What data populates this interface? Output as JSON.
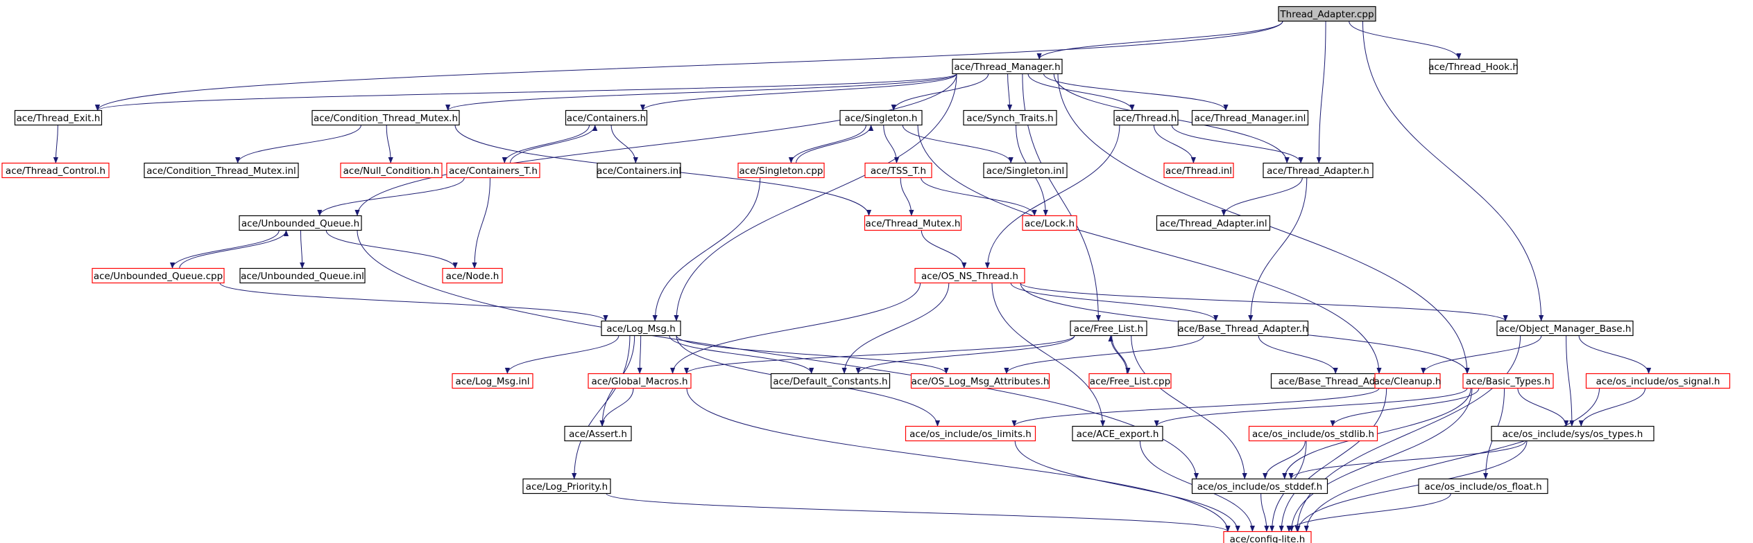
{
  "colors": {
    "edge": "#191970",
    "border_default": "#000000",
    "border_red": "#ff0000",
    "root_fill": "#bfbfbf",
    "fill": "#ffffff"
  },
  "nodes": [
    {
      "id": "root",
      "label": "Thread_Adapter.cpp",
      "style": "root"
    },
    {
      "id": "tm_h",
      "label": "ace/Thread_Manager.h",
      "style": "black"
    },
    {
      "id": "thread_hook",
      "label": "ace/Thread_Hook.h",
      "style": "black"
    },
    {
      "id": "thread_exit",
      "label": "ace/Thread_Exit.h",
      "style": "black"
    },
    {
      "id": "ctm_h",
      "label": "ace/Condition_Thread_Mutex.h",
      "style": "black"
    },
    {
      "id": "containers_h",
      "label": "ace/Containers.h",
      "style": "black"
    },
    {
      "id": "singleton_h",
      "label": "ace/Singleton.h",
      "style": "black"
    },
    {
      "id": "synch_traits",
      "label": "ace/Synch_Traits.h",
      "style": "black"
    },
    {
      "id": "thread_h",
      "label": "ace/Thread.h",
      "style": "black"
    },
    {
      "id": "tm_inl",
      "label": "ace/Thread_Manager.inl",
      "style": "black"
    },
    {
      "id": "thread_control",
      "label": "ace/Thread_Control.h",
      "style": "red"
    },
    {
      "id": "ctm_inl",
      "label": "ace/Condition_Thread_Mutex.inl",
      "style": "black"
    },
    {
      "id": "null_cond",
      "label": "ace/Null_Condition.h",
      "style": "red"
    },
    {
      "id": "containers_t",
      "label": "ace/Containers_T.h",
      "style": "red"
    },
    {
      "id": "containers_inl",
      "label": "ace/Containers.inl",
      "style": "black"
    },
    {
      "id": "singleton_cpp",
      "label": "ace/Singleton.cpp",
      "style": "red"
    },
    {
      "id": "tss_t",
      "label": "ace/TSS_T.h",
      "style": "red"
    },
    {
      "id": "singleton_inl",
      "label": "ace/Singleton.inl",
      "style": "black"
    },
    {
      "id": "thread_inl",
      "label": "ace/Thread.inl",
      "style": "red"
    },
    {
      "id": "thread_adapter_h",
      "label": "ace/Thread_Adapter.h",
      "style": "black"
    },
    {
      "id": "unbounded_queue_h",
      "label": "ace/Unbounded_Queue.h",
      "style": "black"
    },
    {
      "id": "thread_mutex",
      "label": "ace/Thread_Mutex.h",
      "style": "red"
    },
    {
      "id": "lock_h",
      "label": "ace/Lock.h",
      "style": "red"
    },
    {
      "id": "thread_adapter_inl",
      "label": "ace/Thread_Adapter.inl",
      "style": "black"
    },
    {
      "id": "unbounded_queue_cpp",
      "label": "ace/Unbounded_Queue.cpp",
      "style": "red"
    },
    {
      "id": "unbounded_queue_inl",
      "label": "ace/Unbounded_Queue.inl",
      "style": "black"
    },
    {
      "id": "node_h",
      "label": "ace/Node.h",
      "style": "red"
    },
    {
      "id": "os_ns_thread",
      "label": "ace/OS_NS_Thread.h",
      "style": "red"
    },
    {
      "id": "log_msg",
      "label": "ace/Log_Msg.h",
      "style": "black"
    },
    {
      "id": "free_list",
      "label": "ace/Free_List.h",
      "style": "black"
    },
    {
      "id": "base_thread_adapter",
      "label": "ace/Base_Thread_Adapter.h",
      "style": "black"
    },
    {
      "id": "object_manager_base",
      "label": "ace/Object_Manager_Base.h",
      "style": "black"
    },
    {
      "id": "log_msg_inl",
      "label": "ace/Log_Msg.inl",
      "style": "red"
    },
    {
      "id": "global_macros",
      "label": "ace/Global_Macros.h",
      "style": "red"
    },
    {
      "id": "default_constants",
      "label": "ace/Default_Constants.h",
      "style": "black"
    },
    {
      "id": "os_log_msg_attr",
      "label": "ace/OS_Log_Msg_Attributes.h",
      "style": "red"
    },
    {
      "id": "free_list_cpp",
      "label": "ace/Free_List.cpp",
      "style": "red"
    },
    {
      "id": "base_thread_adapter_inl",
      "label": "ace/Base_Thread_Adapter.inl",
      "style": "black"
    },
    {
      "id": "cleanup",
      "label": "ace/Cleanup.h",
      "style": "red"
    },
    {
      "id": "basic_types",
      "label": "ace/Basic_Types.h",
      "style": "red"
    },
    {
      "id": "os_signal",
      "label": "ace/os_include/os_signal.h",
      "style": "red"
    },
    {
      "id": "assert_h",
      "label": "ace/Assert.h",
      "style": "black"
    },
    {
      "id": "os_limits",
      "label": "ace/os_include/os_limits.h",
      "style": "red"
    },
    {
      "id": "ace_export",
      "label": "ace/ACE_export.h",
      "style": "black"
    },
    {
      "id": "os_stdlib",
      "label": "ace/os_include/os_stdlib.h",
      "style": "red"
    },
    {
      "id": "os_types",
      "label": "ace/os_include/sys/os_types.h",
      "style": "black"
    },
    {
      "id": "log_priority",
      "label": "ace/Log_Priority.h",
      "style": "black"
    },
    {
      "id": "os_stddef",
      "label": "ace/os_include/os_stddef.h",
      "style": "black"
    },
    {
      "id": "os_float",
      "label": "ace/os_include/os_float.h",
      "style": "black"
    },
    {
      "id": "config_lite",
      "label": "ace/config-lite.h",
      "style": "red"
    }
  ],
  "edges": [
    [
      "root",
      "tm_h"
    ],
    [
      "root",
      "thread_hook"
    ],
    [
      "root",
      "thread_exit"
    ],
    [
      "root",
      "thread_adapter_h"
    ],
    [
      "root",
      "object_manager_base"
    ],
    [
      "tm_h",
      "thread_exit"
    ],
    [
      "tm_h",
      "ctm_h"
    ],
    [
      "tm_h",
      "containers_h"
    ],
    [
      "tm_h",
      "singleton_h"
    ],
    [
      "tm_h",
      "synch_traits"
    ],
    [
      "tm_h",
      "thread_h"
    ],
    [
      "tm_h",
      "tm_inl"
    ],
    [
      "tm_h",
      "thread_adapter_h"
    ],
    [
      "tm_h",
      "unbounded_queue_h"
    ],
    [
      "tm_h",
      "log_msg"
    ],
    [
      "tm_h",
      "free_list"
    ],
    [
      "tm_h",
      "basic_types"
    ],
    [
      "thread_exit",
      "thread_control"
    ],
    [
      "ctm_h",
      "ctm_inl"
    ],
    [
      "ctm_h",
      "null_cond"
    ],
    [
      "ctm_h",
      "thread_mutex"
    ],
    [
      "containers_h",
      "containers_t"
    ],
    [
      "containers_h",
      "containers_inl"
    ],
    [
      "containers_t",
      "containers_h"
    ],
    [
      "containers_t",
      "unbounded_queue_h"
    ],
    [
      "containers_t",
      "node_h"
    ],
    [
      "singleton_h",
      "singleton_cpp"
    ],
    [
      "singleton_h",
      "tss_t"
    ],
    [
      "singleton_h",
      "singleton_inl"
    ],
    [
      "singleton_h",
      "cleanup"
    ],
    [
      "singleton_cpp",
      "singleton_h"
    ],
    [
      "singleton_cpp",
      "log_msg"
    ],
    [
      "tss_t",
      "thread_mutex"
    ],
    [
      "tss_t",
      "lock_h"
    ],
    [
      "synch_traits",
      "lock_h"
    ],
    [
      "thread_h",
      "thread_inl"
    ],
    [
      "thread_h",
      "thread_adapter_h"
    ],
    [
      "thread_h",
      "os_ns_thread"
    ],
    [
      "thread_adapter_h",
      "thread_adapter_inl"
    ],
    [
      "thread_adapter_h",
      "base_thread_adapter"
    ],
    [
      "unbounded_queue_h",
      "unbounded_queue_cpp"
    ],
    [
      "unbounded_queue_h",
      "unbounded_queue_inl"
    ],
    [
      "unbounded_queue_h",
      "node_h"
    ],
    [
      "unbounded_queue_h",
      "os_stddef"
    ],
    [
      "unbounded_queue_cpp",
      "unbounded_queue_h"
    ],
    [
      "unbounded_queue_cpp",
      "log_msg"
    ],
    [
      "thread_mutex",
      "os_ns_thread"
    ],
    [
      "os_ns_thread",
      "global_macros"
    ],
    [
      "os_ns_thread",
      "default_constants"
    ],
    [
      "os_ns_thread",
      "base_thread_adapter"
    ],
    [
      "os_ns_thread",
      "object_manager_base"
    ],
    [
      "os_ns_thread",
      "basic_types"
    ],
    [
      "os_ns_thread",
      "ace_export"
    ],
    [
      "log_msg",
      "log_msg_inl"
    ],
    [
      "log_msg",
      "global_macros"
    ],
    [
      "log_msg",
      "default_constants"
    ],
    [
      "log_msg",
      "os_log_msg_attr"
    ],
    [
      "log_msg",
      "assert_h"
    ],
    [
      "log_msg",
      "os_limits"
    ],
    [
      "log_msg",
      "log_priority"
    ],
    [
      "free_list",
      "free_list_cpp"
    ],
    [
      "free_list",
      "default_constants"
    ],
    [
      "free_list",
      "global_macros"
    ],
    [
      "free_list",
      "os_stddef"
    ],
    [
      "free_list_cpp",
      "free_list"
    ],
    [
      "base_thread_adapter",
      "base_thread_adapter_inl"
    ],
    [
      "base_thread_adapter",
      "os_log_msg_attr"
    ],
    [
      "object_manager_base",
      "cleanup"
    ],
    [
      "object_manager_base",
      "os_signal"
    ],
    [
      "object_manager_base",
      "os_types"
    ],
    [
      "object_manager_base",
      "config_lite"
    ],
    [
      "global_macros",
      "assert_h"
    ],
    [
      "global_macros",
      "config_lite"
    ],
    [
      "cleanup",
      "os_limits"
    ],
    [
      "cleanup",
      "config_lite"
    ],
    [
      "basic_types",
      "ace_export"
    ],
    [
      "basic_types",
      "os_stdlib"
    ],
    [
      "basic_types",
      "os_types"
    ],
    [
      "basic_types",
      "os_float"
    ],
    [
      "basic_types",
      "os_stddef"
    ],
    [
      "basic_types",
      "config_lite"
    ],
    [
      "os_signal",
      "os_types"
    ],
    [
      "os_signal",
      "config_lite"
    ],
    [
      "os_limits",
      "config_lite"
    ],
    [
      "ace_export",
      "config_lite"
    ],
    [
      "os_stdlib",
      "os_stddef"
    ],
    [
      "os_stdlib",
      "config_lite"
    ],
    [
      "os_types",
      "os_stddef"
    ],
    [
      "os_types",
      "config_lite"
    ],
    [
      "log_priority",
      "config_lite"
    ],
    [
      "os_stddef",
      "config_lite"
    ],
    [
      "os_float",
      "config_lite"
    ]
  ]
}
